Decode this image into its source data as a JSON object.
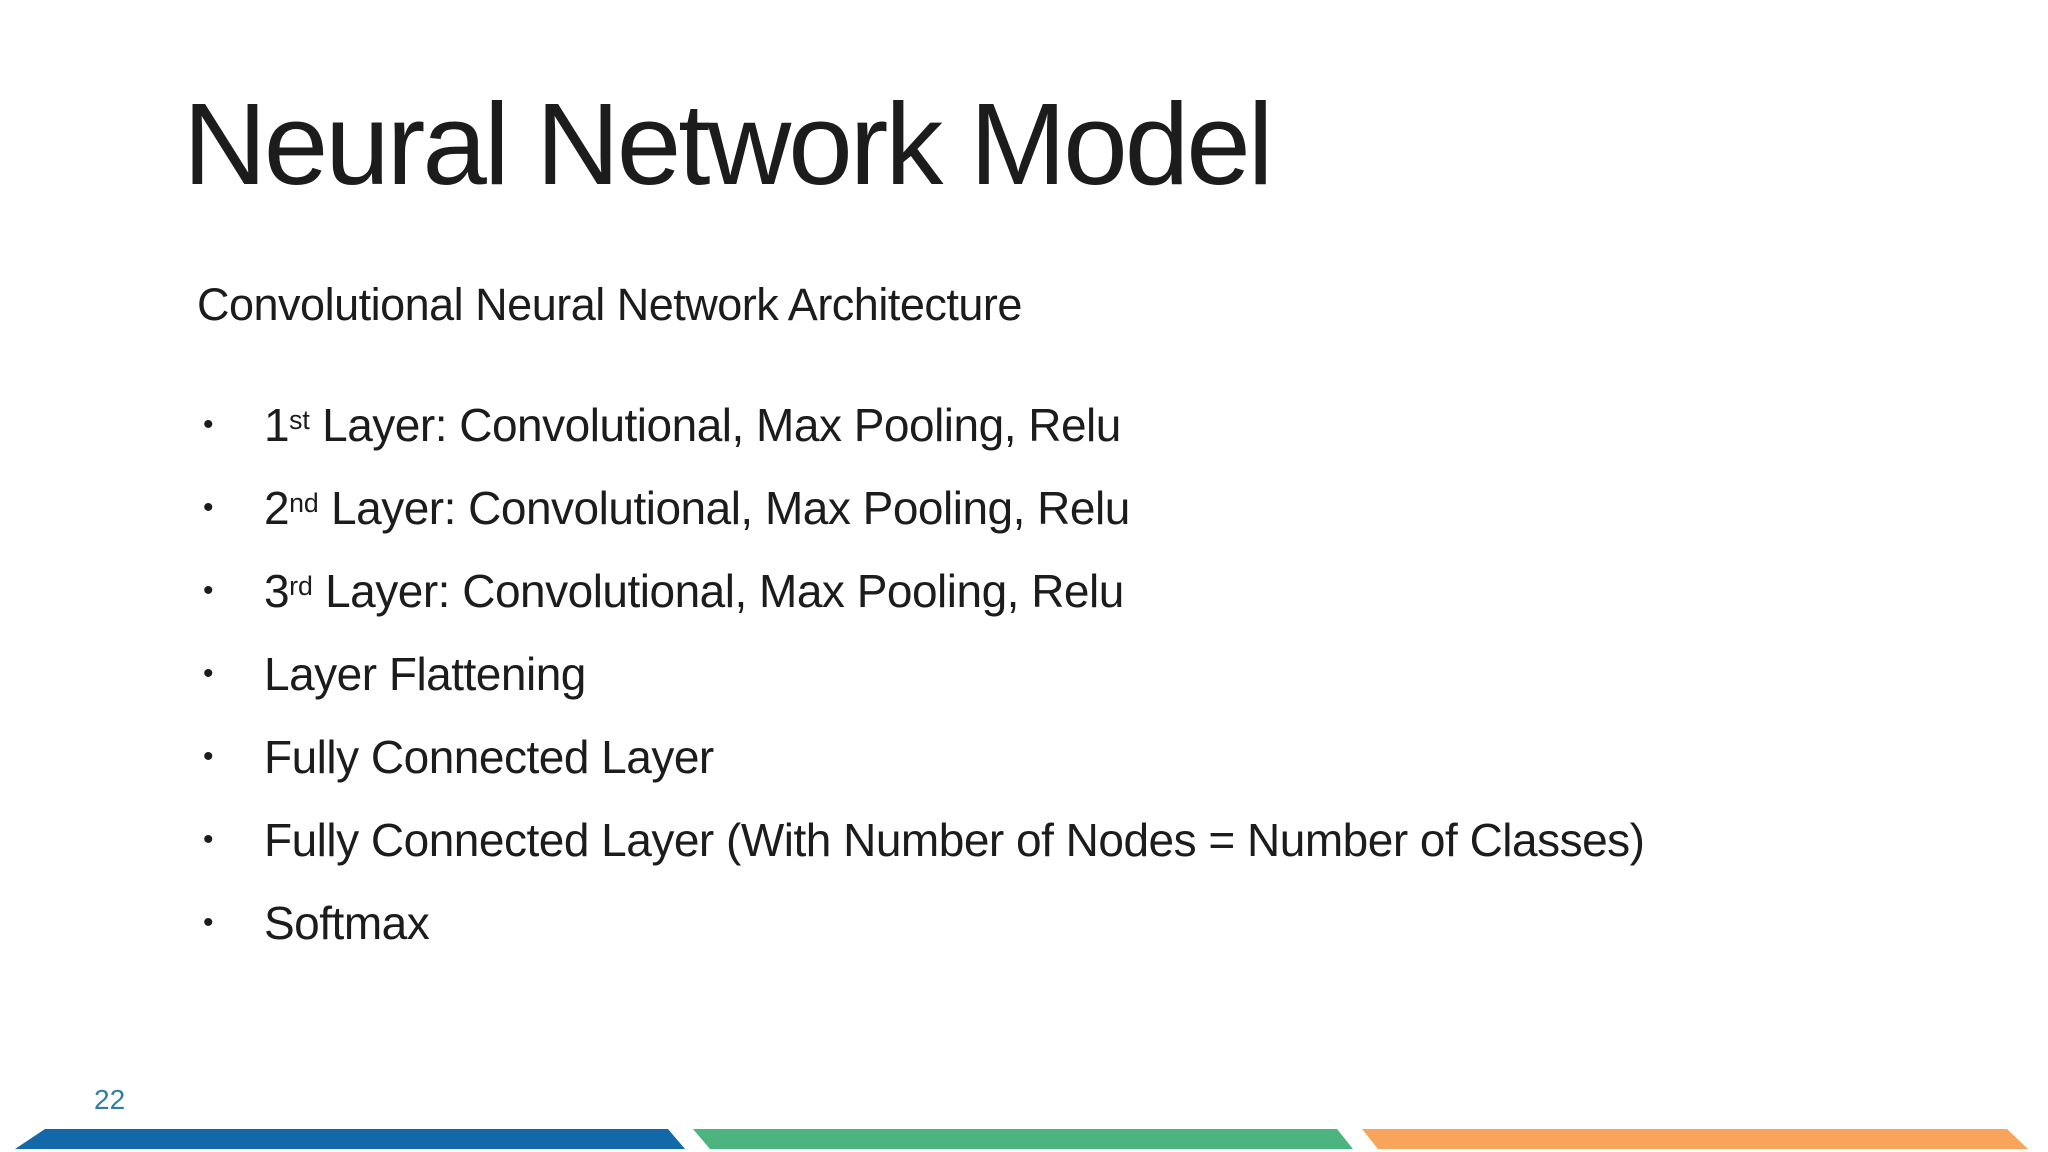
{
  "slide": {
    "title": "Neural Network Model",
    "subtitle": "Convolutional Neural Network Architecture",
    "bullet_marker": "•",
    "bullets": [
      {
        "parts": [
          {
            "t": "1"
          },
          {
            "t": "st",
            "sup": true
          },
          {
            "t": " Layer: Convolutional, Max Pooling, Relu"
          }
        ]
      },
      {
        "parts": [
          {
            "t": "2"
          },
          {
            "t": "nd",
            "sup": true
          },
          {
            "t": " Layer: Convolutional, Max Pooling, Relu"
          }
        ]
      },
      {
        "parts": [
          {
            "t": "3"
          },
          {
            "t": "rd",
            "sup": true
          },
          {
            "t": " Layer: Convolutional, Max Pooling, Relu"
          }
        ]
      },
      {
        "parts": [
          {
            "t": "Layer Flattening"
          }
        ]
      },
      {
        "parts": [
          {
            "t": "Fully Connected Layer"
          }
        ]
      },
      {
        "parts": [
          {
            "t": "Fully Connected Layer (With Number of Nodes = Number of Classes)"
          }
        ]
      },
      {
        "parts": [
          {
            "t": "Softmax"
          }
        ]
      }
    ],
    "page_number": "22",
    "colors": {
      "footer_blue": "#1268A9",
      "footer_green": "#4CB47E",
      "footer_orange": "#F8A45B",
      "page_number": "#2E7EA6",
      "text": "#1C1C1C"
    }
  }
}
